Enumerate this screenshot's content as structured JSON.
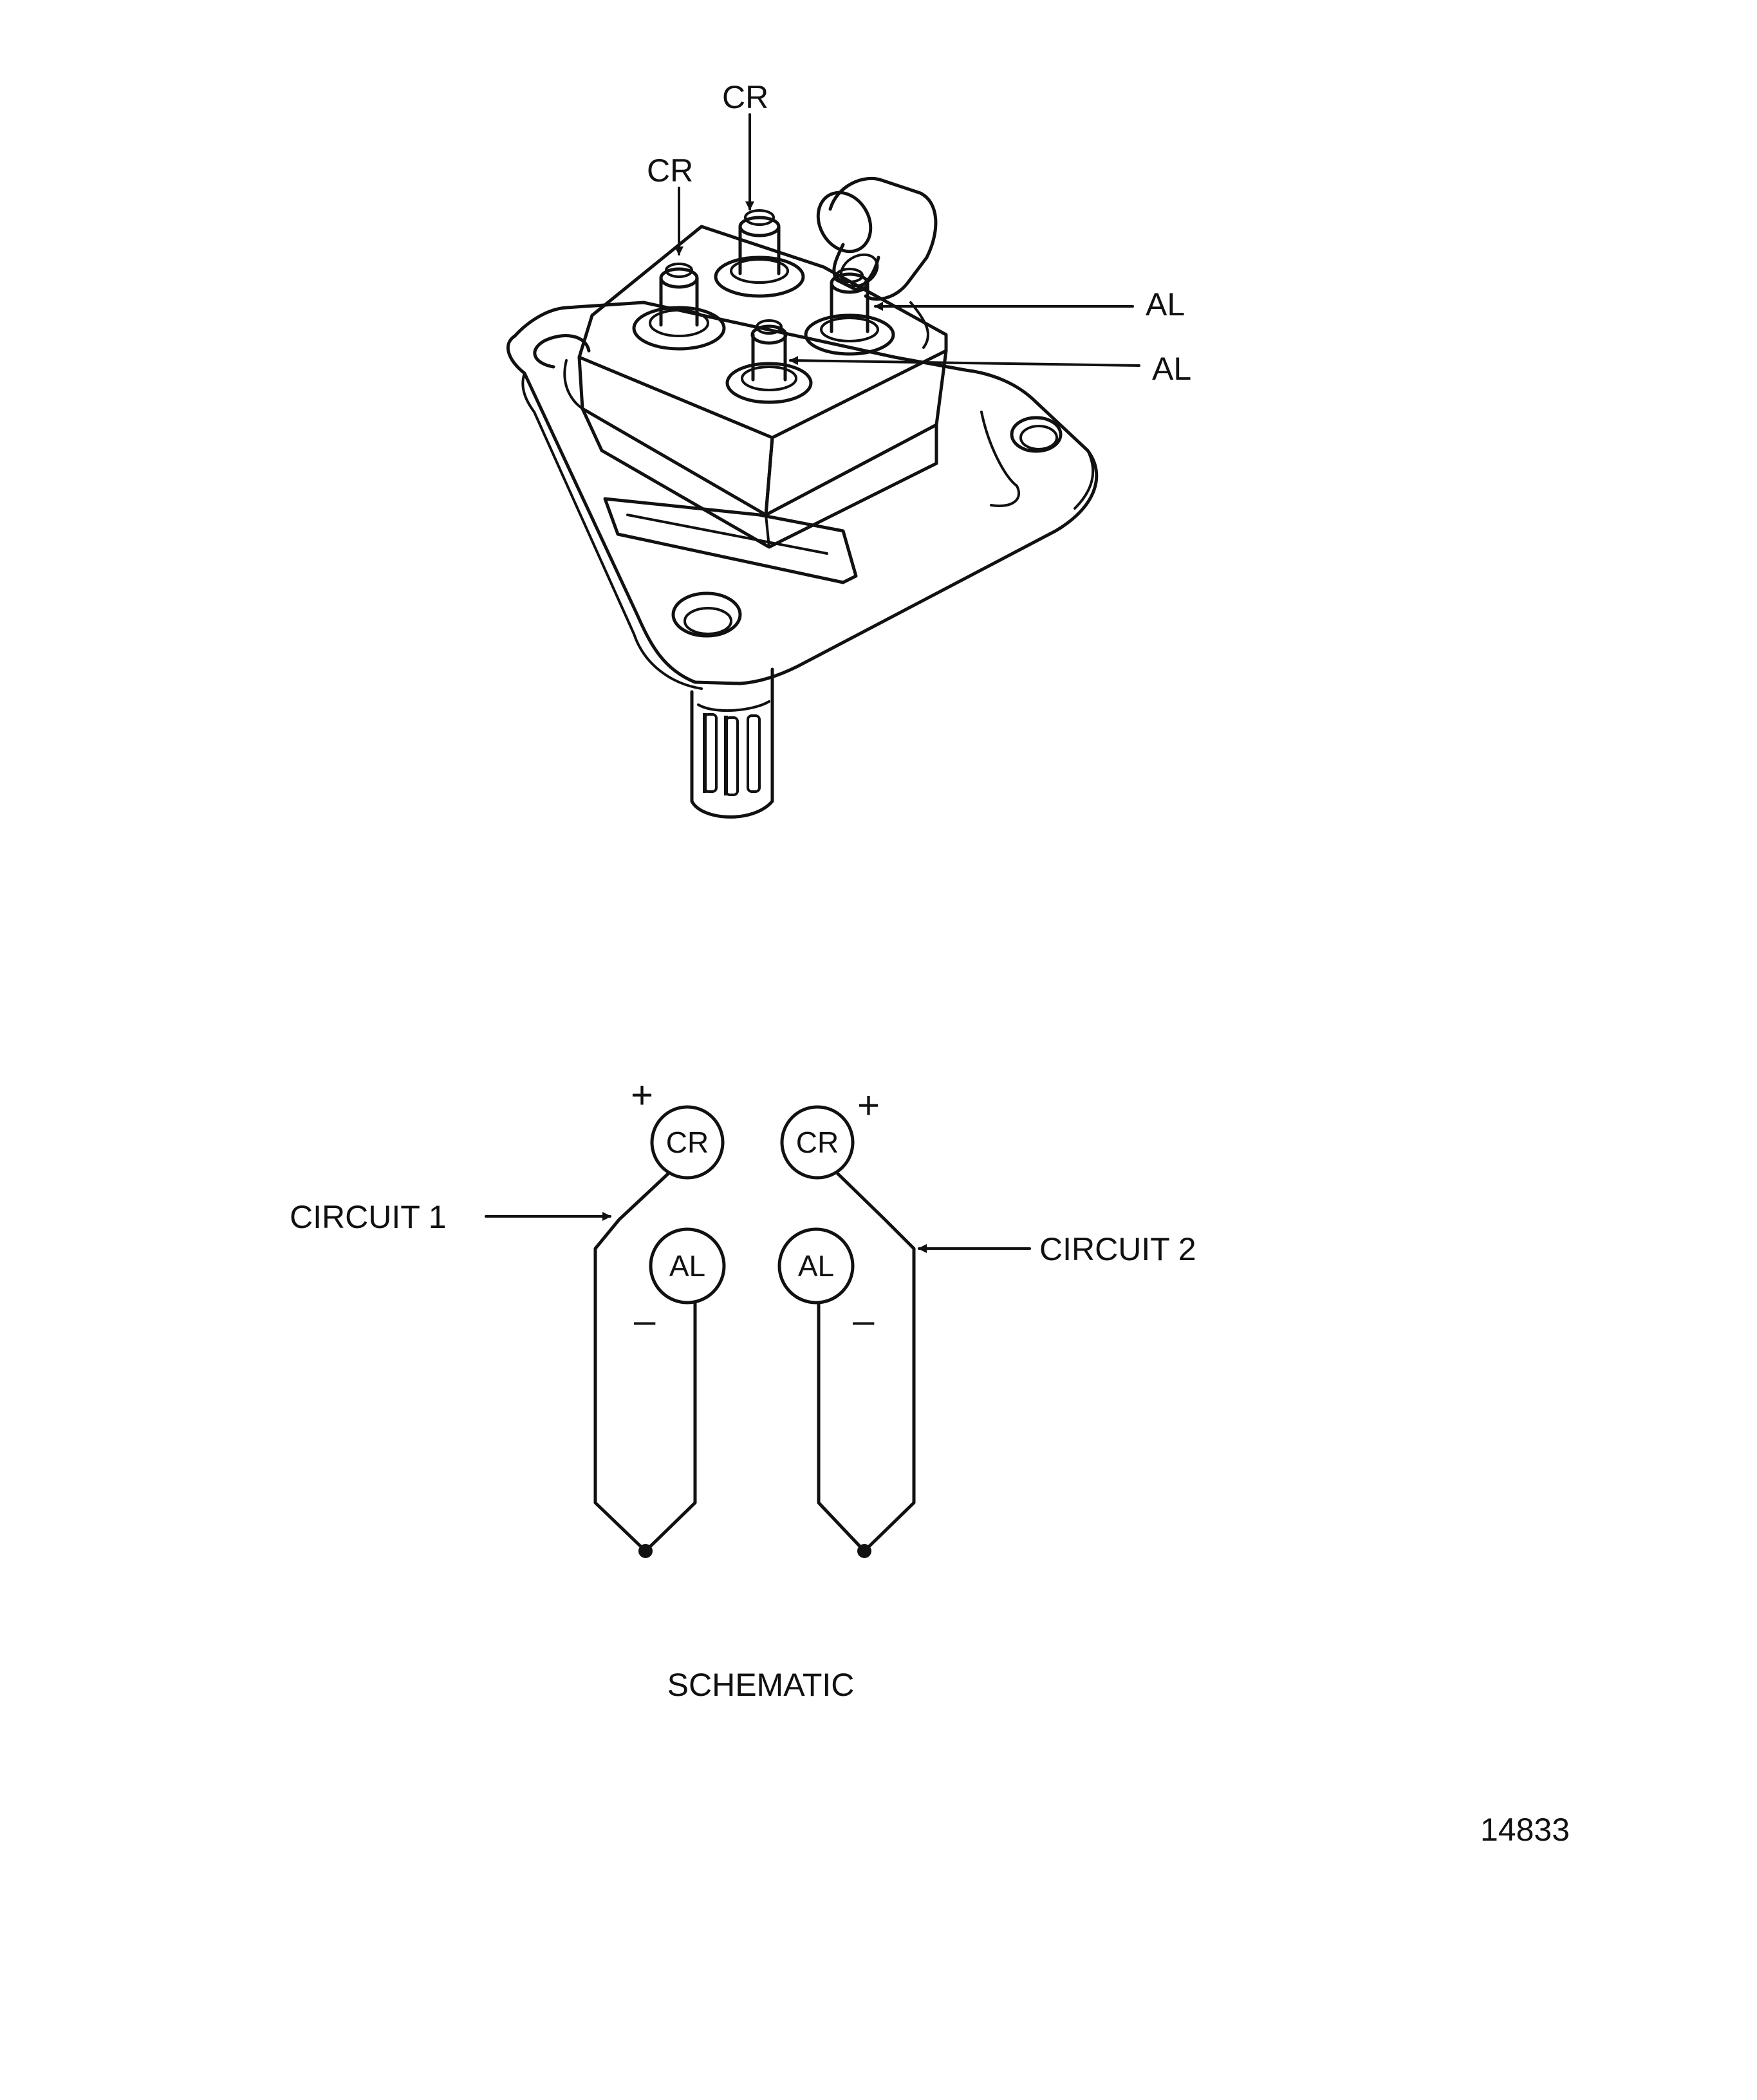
{
  "device_labels": {
    "cr_top": "CR",
    "cr_left": "CR",
    "al_upper": "AL",
    "al_lower": "AL"
  },
  "schematic": {
    "terminal_cr": "CR",
    "terminal_al": "AL",
    "plus": "+",
    "minus": "–",
    "circuit_1": "CIRCUIT 1",
    "circuit_2": "CIRCUIT 2",
    "caption": "SCHEMATIC"
  },
  "figure_number": "14833",
  "colors": {
    "ink": "#111111",
    "background": "#ffffff"
  }
}
